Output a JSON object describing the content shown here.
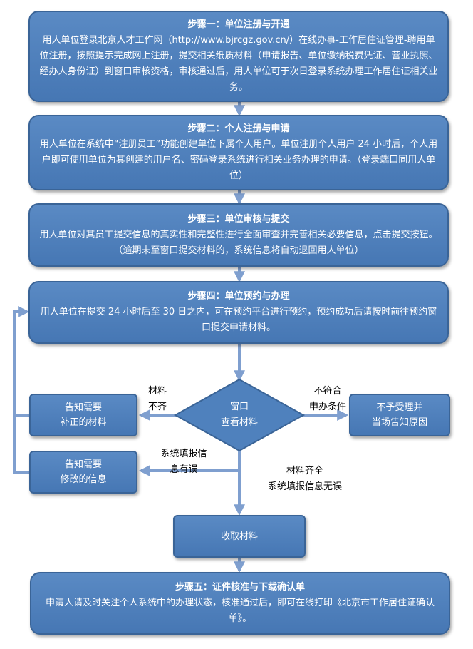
{
  "steps": {
    "step1": {
      "title": "步骤一：单位注册与开通",
      "body": "用人单位登录北京人才工作网（http://www.bjrcgz.gov.cn/）在线办事-工作居住证管理-聘用单位注册，按照提示完成网上注册，提交相关纸质材料（申请报告、单位缴纳税费凭证、营业执照、经办人身份证）到窗口审核资格，审核通过后，用人单位可于次日登录系统办理工作居住证相关业务。"
    },
    "step2": {
      "title": "步骤二：个人注册与申请",
      "body": "用人单位在系统中“注册员工”功能创建单位下属个人用户。单位注册个人用户 24 小时后，个人用户即可使用单位为其创建的用户名、密码登录系统进行相关业务办理的申请。（登录端口同用人单位）"
    },
    "step3": {
      "title": "步骤三：单位审核与提交",
      "body": "用人单位对其员工提交信息的真实性和完整性进行全面审查并完善相关必要信息，点击提交按钮。（逾期未至窗口提交材料的，系统信息将自动退回用人单位）"
    },
    "step4": {
      "title": "步骤四：单位预约与办理",
      "body": "用人单位在提交 24 小时后至 30 日之内，可在预约平台进行预约，预约成功后请按时前往预约窗口提交申请材料。"
    },
    "step5": {
      "title": "步骤五：证件核准与下载确认单",
      "body": "申请人请及时关注个人系统中的办理状态，核准通过后，即可在线打印《北京市工作居住证确认单》。"
    }
  },
  "decision": {
    "line1": "窗口",
    "line2": "查看材料"
  },
  "side_boxes": {
    "supplement": {
      "line1": "告知需要",
      "line2": "补正的材料"
    },
    "modify": {
      "line1": "告知需要",
      "line2": "修改的信息"
    },
    "reject": {
      "line1": "不予受理并",
      "line2": "当场告知原因"
    },
    "collect": "收取材料"
  },
  "edge_labels": {
    "incomplete": {
      "line1": "材料",
      "line2": "不齐"
    },
    "not_eligible": {
      "line1": "不符合",
      "line2": "申办条件"
    },
    "info_error": {
      "line1": "系统填报信",
      "line2": "息有误"
    },
    "complete": {
      "line1": "材料齐全",
      "line2": "系统填报信息无误"
    }
  },
  "colors": {
    "box_fill": "#4f81bd",
    "box_border": "#3a6497",
    "connector": "#7f9fcf"
  }
}
